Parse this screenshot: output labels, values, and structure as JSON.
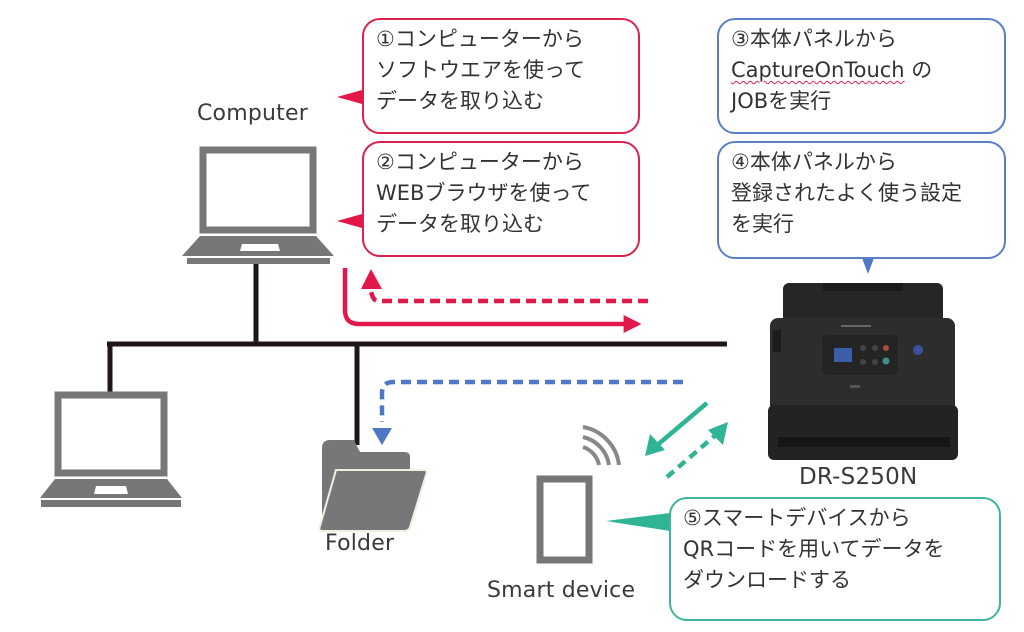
{
  "diagram": {
    "title": "DR-S250N network scanning overview",
    "colors": {
      "red": "#e3174a",
      "blue": "#4f78c4",
      "teal": "#2fb595",
      "network_line": "#1f1715",
      "device_gray": "#777777",
      "scanner_body": "#2b2b2b"
    },
    "nodes": {
      "computer_label": "Computer",
      "folder_label": "Folder",
      "smart_device_label": "Smart device",
      "scanner_label": "DR-S250N"
    },
    "callouts": [
      {
        "id": "1",
        "lines": [
          "①コンピューターから",
          "ソフトウエアを使って",
          "データを取り込む"
        ]
      },
      {
        "id": "2",
        "lines": [
          "②コンピューターから",
          "WEBブラウザを使って",
          "データを取り込む"
        ]
      },
      {
        "id": "3",
        "lines": [
          "③本体パネルから",
          "CaptureOnTouch",
          " の",
          "JOBを実行"
        ]
      },
      {
        "id": "4",
        "lines": [
          "④本体パネルから",
          "登録されたよく使う設定",
          " を実行"
        ]
      },
      {
        "id": "5",
        "lines": [
          "⑤スマートデバイスから",
          "QRコードを用いてデータを",
          "ダウンロードする"
        ]
      }
    ]
  }
}
